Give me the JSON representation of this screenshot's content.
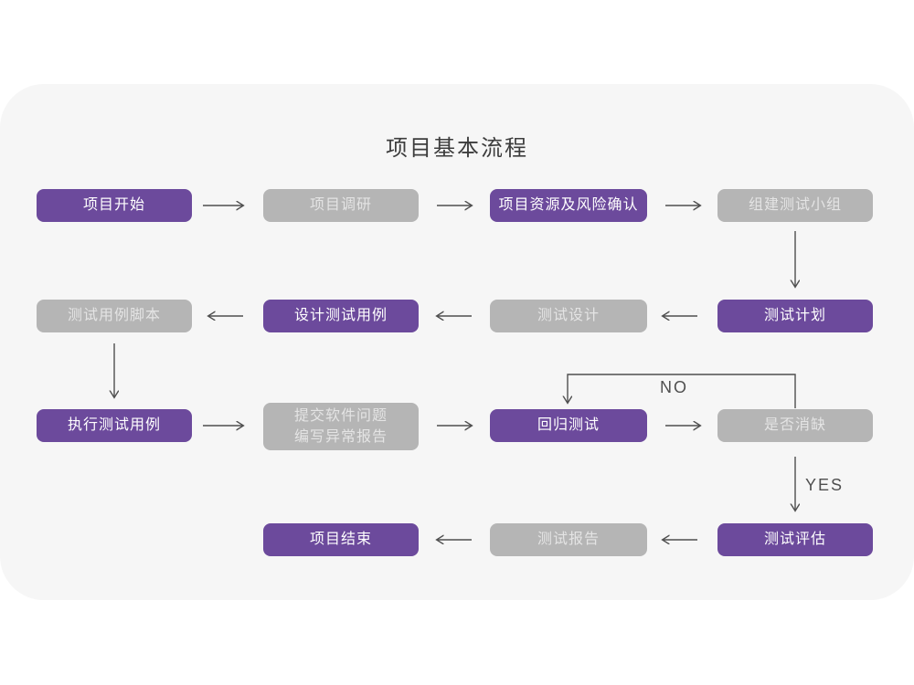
{
  "title": "项目基本流程",
  "labels": {
    "no": "NO",
    "yes": "YES"
  },
  "colors": {
    "purple": "#6c4a9c",
    "gray": "#b5b5b5",
    "gray_text": "#e4e4e4",
    "primary_text": "#ffffff",
    "card_bg": "#f6f6f6",
    "arrow": "#4f4f4f",
    "title_text": "#3d3d3d"
  },
  "nodes": [
    {
      "id": "project-start",
      "label": "项目开始",
      "type": "primary"
    },
    {
      "id": "project-research",
      "label": "项目调研",
      "type": "secondary"
    },
    {
      "id": "resources-risk",
      "label": "项目资源及风险确认",
      "type": "primary"
    },
    {
      "id": "form-test-team",
      "label": "组建测试小组",
      "type": "secondary"
    },
    {
      "id": "test-plan",
      "label": "测试计划",
      "type": "primary"
    },
    {
      "id": "test-design",
      "label": "测试设计",
      "type": "secondary"
    },
    {
      "id": "design-test-cases",
      "label": "设计测试用例",
      "type": "primary"
    },
    {
      "id": "test-case-script",
      "label": "测试用例脚本",
      "type": "secondary"
    },
    {
      "id": "execute-test-cases",
      "label": "执行测试用例",
      "type": "primary"
    },
    {
      "id": "submit-issue-report",
      "label": "提交软件问题\n编写异常报告",
      "type": "secondary"
    },
    {
      "id": "regression-test",
      "label": "回归测试",
      "type": "primary"
    },
    {
      "id": "defect-cleared",
      "label": "是否消缺",
      "type": "secondary"
    },
    {
      "id": "test-evaluation",
      "label": "测试评估",
      "type": "primary"
    },
    {
      "id": "test-report",
      "label": "测试报告",
      "type": "secondary"
    },
    {
      "id": "project-end",
      "label": "项目结束",
      "type": "primary"
    }
  ],
  "edges": [
    {
      "from": "项目开始",
      "to": "项目调研"
    },
    {
      "from": "项目调研",
      "to": "项目资源及风险确认"
    },
    {
      "from": "项目资源及风险确认",
      "to": "组建测试小组"
    },
    {
      "from": "组建测试小组",
      "to": "测试计划"
    },
    {
      "from": "测试计划",
      "to": "测试设计"
    },
    {
      "from": "测试设计",
      "to": "设计测试用例"
    },
    {
      "from": "设计测试用例",
      "to": "测试用例脚本"
    },
    {
      "from": "测试用例脚本",
      "to": "执行测试用例"
    },
    {
      "from": "执行测试用例",
      "to": "提交软件问题 编写异常报告"
    },
    {
      "from": "提交软件问题 编写异常报告",
      "to": "回归测试"
    },
    {
      "from": "回归测试",
      "to": "是否消缺"
    },
    {
      "from": "是否消缺",
      "to": "回归测试",
      "label": "NO"
    },
    {
      "from": "是否消缺",
      "to": "测试评估",
      "label": "YES"
    },
    {
      "from": "测试评估",
      "to": "测试报告"
    },
    {
      "from": "测试报告",
      "to": "项目结束"
    }
  ]
}
